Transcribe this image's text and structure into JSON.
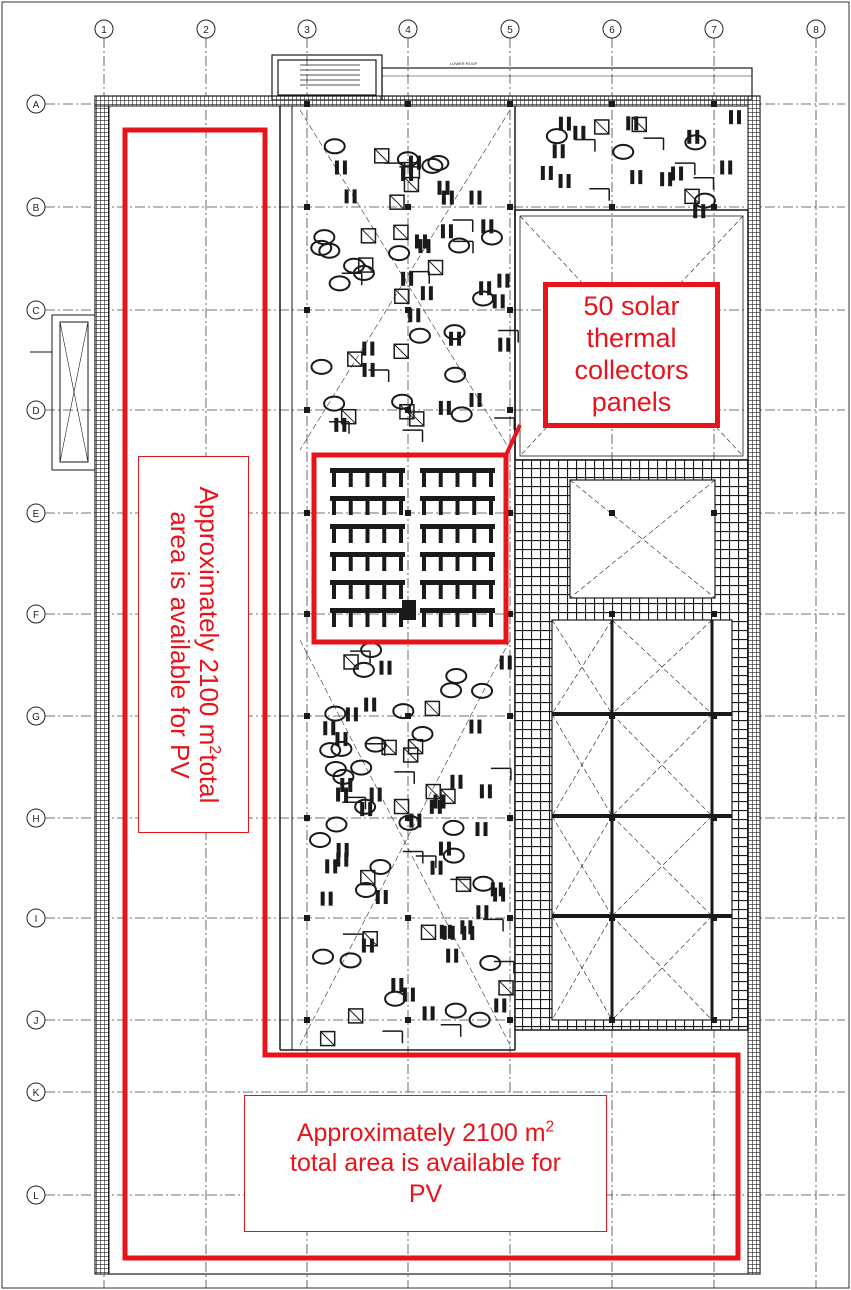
{
  "grid": {
    "columns": [
      "1",
      "2",
      "3",
      "4",
      "5",
      "6",
      "7",
      "8"
    ],
    "rows": [
      "A",
      "B",
      "C",
      "D",
      "E",
      "F",
      "G",
      "H",
      "I",
      "J",
      "K",
      "L"
    ]
  },
  "drawing_notes": {
    "lower_roof": "LOWER ROOF"
  },
  "annotations": {
    "solar_thermal": {
      "line1": "50 solar",
      "line2": "thermal",
      "line3": "collectors",
      "line4": "panels"
    },
    "pv_side": {
      "line1_pre": "Approximately 2100 m",
      "line1_sup": "2",
      "line1_post": "total",
      "line2": "area is available for PV"
    },
    "pv_bottom": {
      "line1_pre": "Approximately 2100 m",
      "line1_sup": "2",
      "line2": "total area is available for",
      "line3": "PV"
    }
  },
  "colors": {
    "annotation_red": "#e8141c",
    "drawing_line": "#1a1a1a"
  }
}
